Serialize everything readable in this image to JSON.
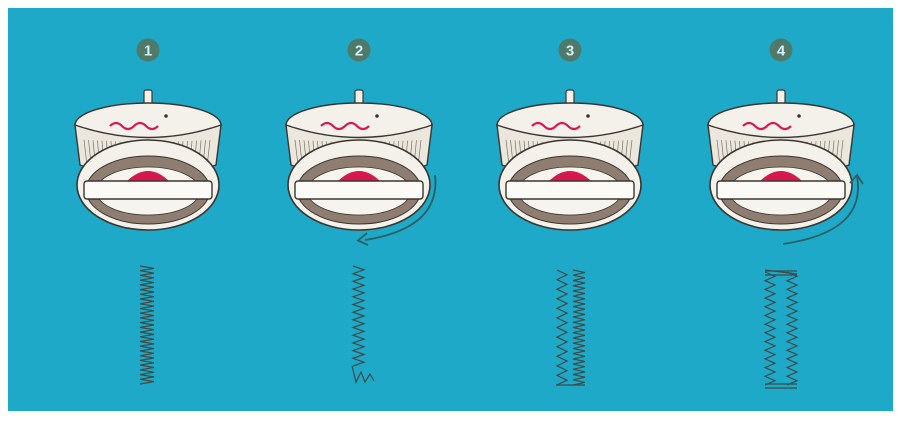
{
  "colors": {
    "panel": "#1da9c7",
    "badge": "#4f7a6a",
    "dial_body": "#f4f1ea",
    "dial_outline": "#3a3530",
    "ring_brown": "#8f7d72",
    "center_red": "#d7184f",
    "stitch": "#3e4b47",
    "arrow": "#2d5f63"
  },
  "steps": [
    {
      "number": "1",
      "label_icon": "pattern-mark-icon",
      "rotation": "none",
      "stitch_icon": "dense-zigzag-stitch-icon"
    },
    {
      "number": "2",
      "label_icon": "pattern-mark-icon",
      "rotation": "counterclockwise-arrow-icon",
      "stitch_icon": "open-zigzag-with-reverse-bottom-stitch-icon"
    },
    {
      "number": "3",
      "label_icon": "pattern-mark-icon",
      "rotation": "none",
      "stitch_icon": "dense-zigzag-bar-stitch-icon"
    },
    {
      "number": "4",
      "label_icon": "pattern-mark-icon",
      "rotation": "clockwise-arrow-icon",
      "stitch_icon": "buttonhole-stitch-icon"
    }
  ]
}
